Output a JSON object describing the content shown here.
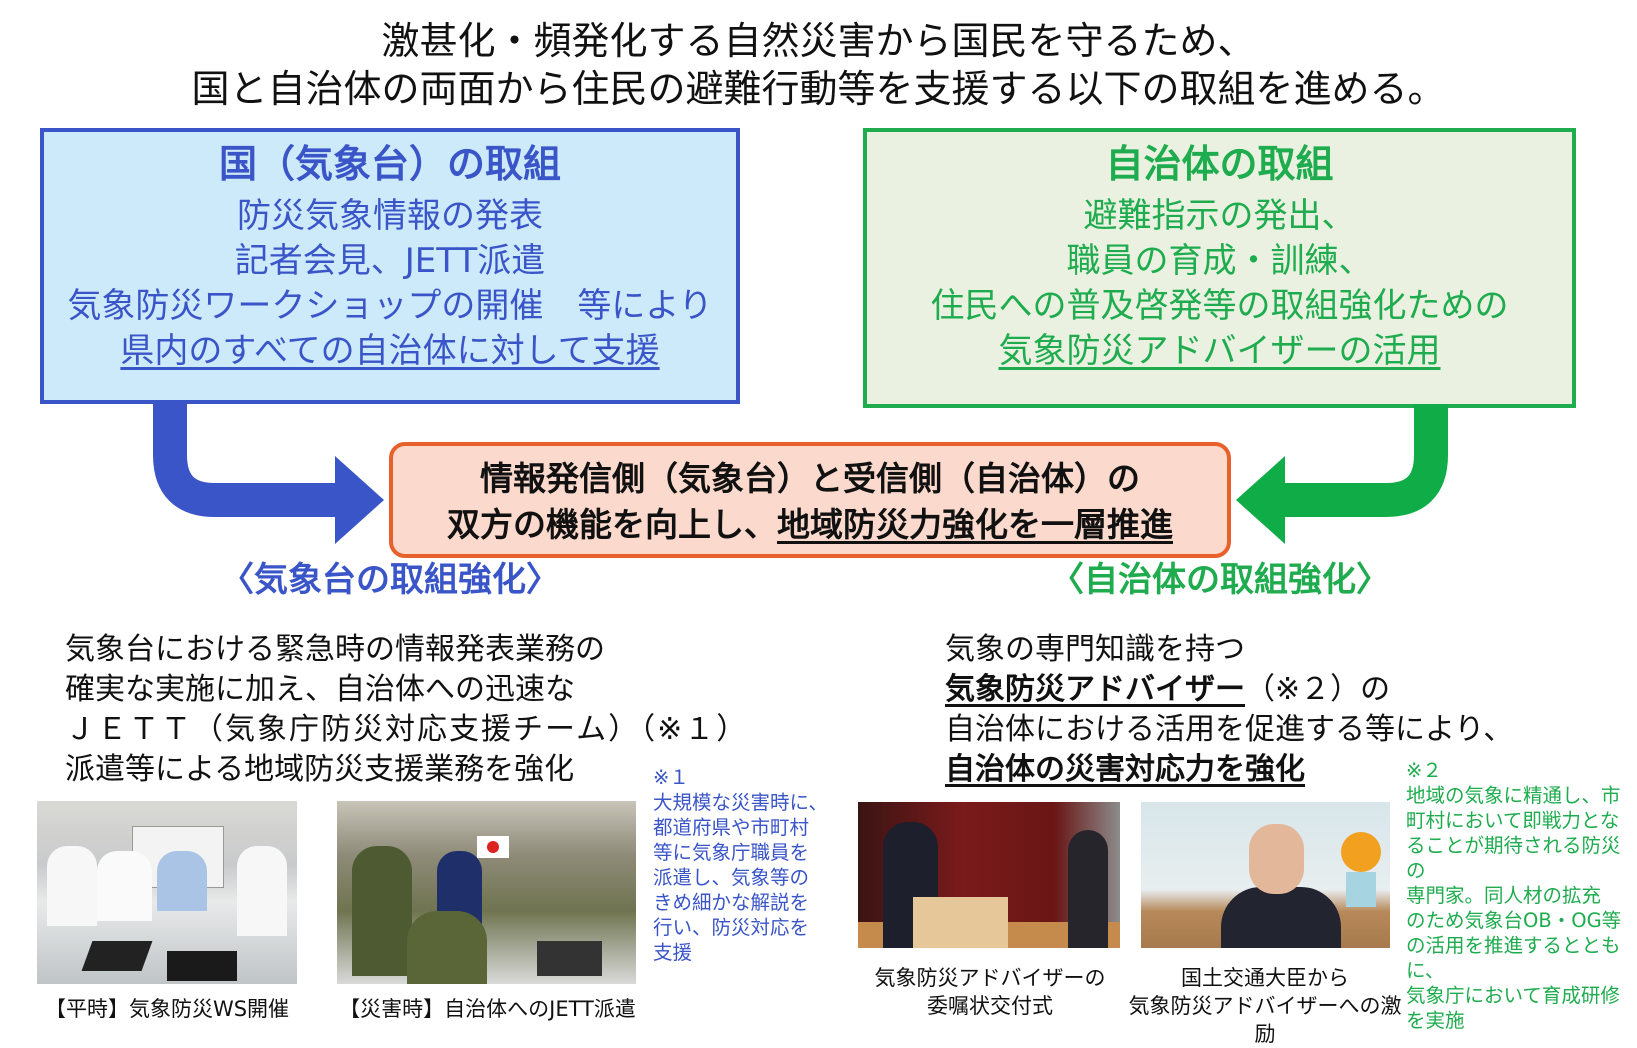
{
  "title": {
    "line1": "激甚化・頻発化する自然災害から国民を守るため、",
    "line2": "国と自治体の両面から住民の避難行動等を支援する以下の取組を進める。"
  },
  "kuni_box": {
    "heading": "国（気象台）の取組",
    "lines": [
      "防災気象情報の発表",
      "記者会見、JETT派遣",
      "気象防災ワークショップの開催　等により"
    ],
    "underlined": "県内のすべての自治体に対して支援",
    "color": "#3a55c8"
  },
  "jichitai_box": {
    "heading": "自治体の取組",
    "lines": [
      "避難指示の発出、",
      "職員の育成・訓練、",
      "住民への普及啓発等の取組強化ための"
    ],
    "underlined": "気象防災アドバイザーの活用",
    "color": "#1eac4e"
  },
  "center_box": {
    "line1": "情報発信側（気象台）と受信側（自治体）の",
    "line2_plain": "双方の機能を向上し、",
    "line2_underlined": "地域防災力強化を一層推進",
    "color": "#e8612c"
  },
  "left_section": {
    "heading": "〈気象台の取組強化〉",
    "lines": [
      "気象台における緊急時の情報発表業務の",
      "確実な実施に加え、自治体への迅速な",
      "ＪＥＴＴ（気象庁防災対応支援チーム）（※１）",
      "派遣等による地域防災支援業務を強化"
    ],
    "note_mark": "※１",
    "note_lines": [
      "大規模な災害時に、",
      "都道府県や市町村",
      "等に気象庁職員を",
      "派遣し、気象等の",
      "きめ細かな解説を",
      "行い、防災対応を",
      "支援"
    ],
    "photos": [
      {
        "icon": "workshop-photo",
        "caption": "【平時】気象防災WS開催"
      },
      {
        "icon": "jett-dispatch-photo",
        "caption": "【災害時】自治体へのJETT派遣"
      }
    ]
  },
  "right_section": {
    "heading": "〈自治体の取組強化〉",
    "line1": "気象の専門知識を持つ",
    "line2_bold": "気象防災アドバイザー",
    "line2_rest": "（※２）の",
    "line3": "自治体における活用を促進する等により、",
    "line4_bold": "自治体の災害対応力を強化",
    "note_mark": "※２",
    "note_lines": [
      "地域の気象に精通し、市",
      "町村において即戦力とな",
      "ることが期待される防災の",
      "専門家。同人材の拡充",
      "のため気象台OB・OG等",
      "の活用を推進するとともに、",
      "気象庁において育成研修",
      "を実施"
    ],
    "photos": [
      {
        "icon": "ceremony-photo",
        "caption_lines": [
          "気象防災アドバイザーの",
          "委嘱状交付式"
        ]
      },
      {
        "icon": "minister-photo",
        "caption_lines": [
          "国土交通大臣から",
          "気象防災アドバイザーへの激励"
        ]
      }
    ]
  }
}
